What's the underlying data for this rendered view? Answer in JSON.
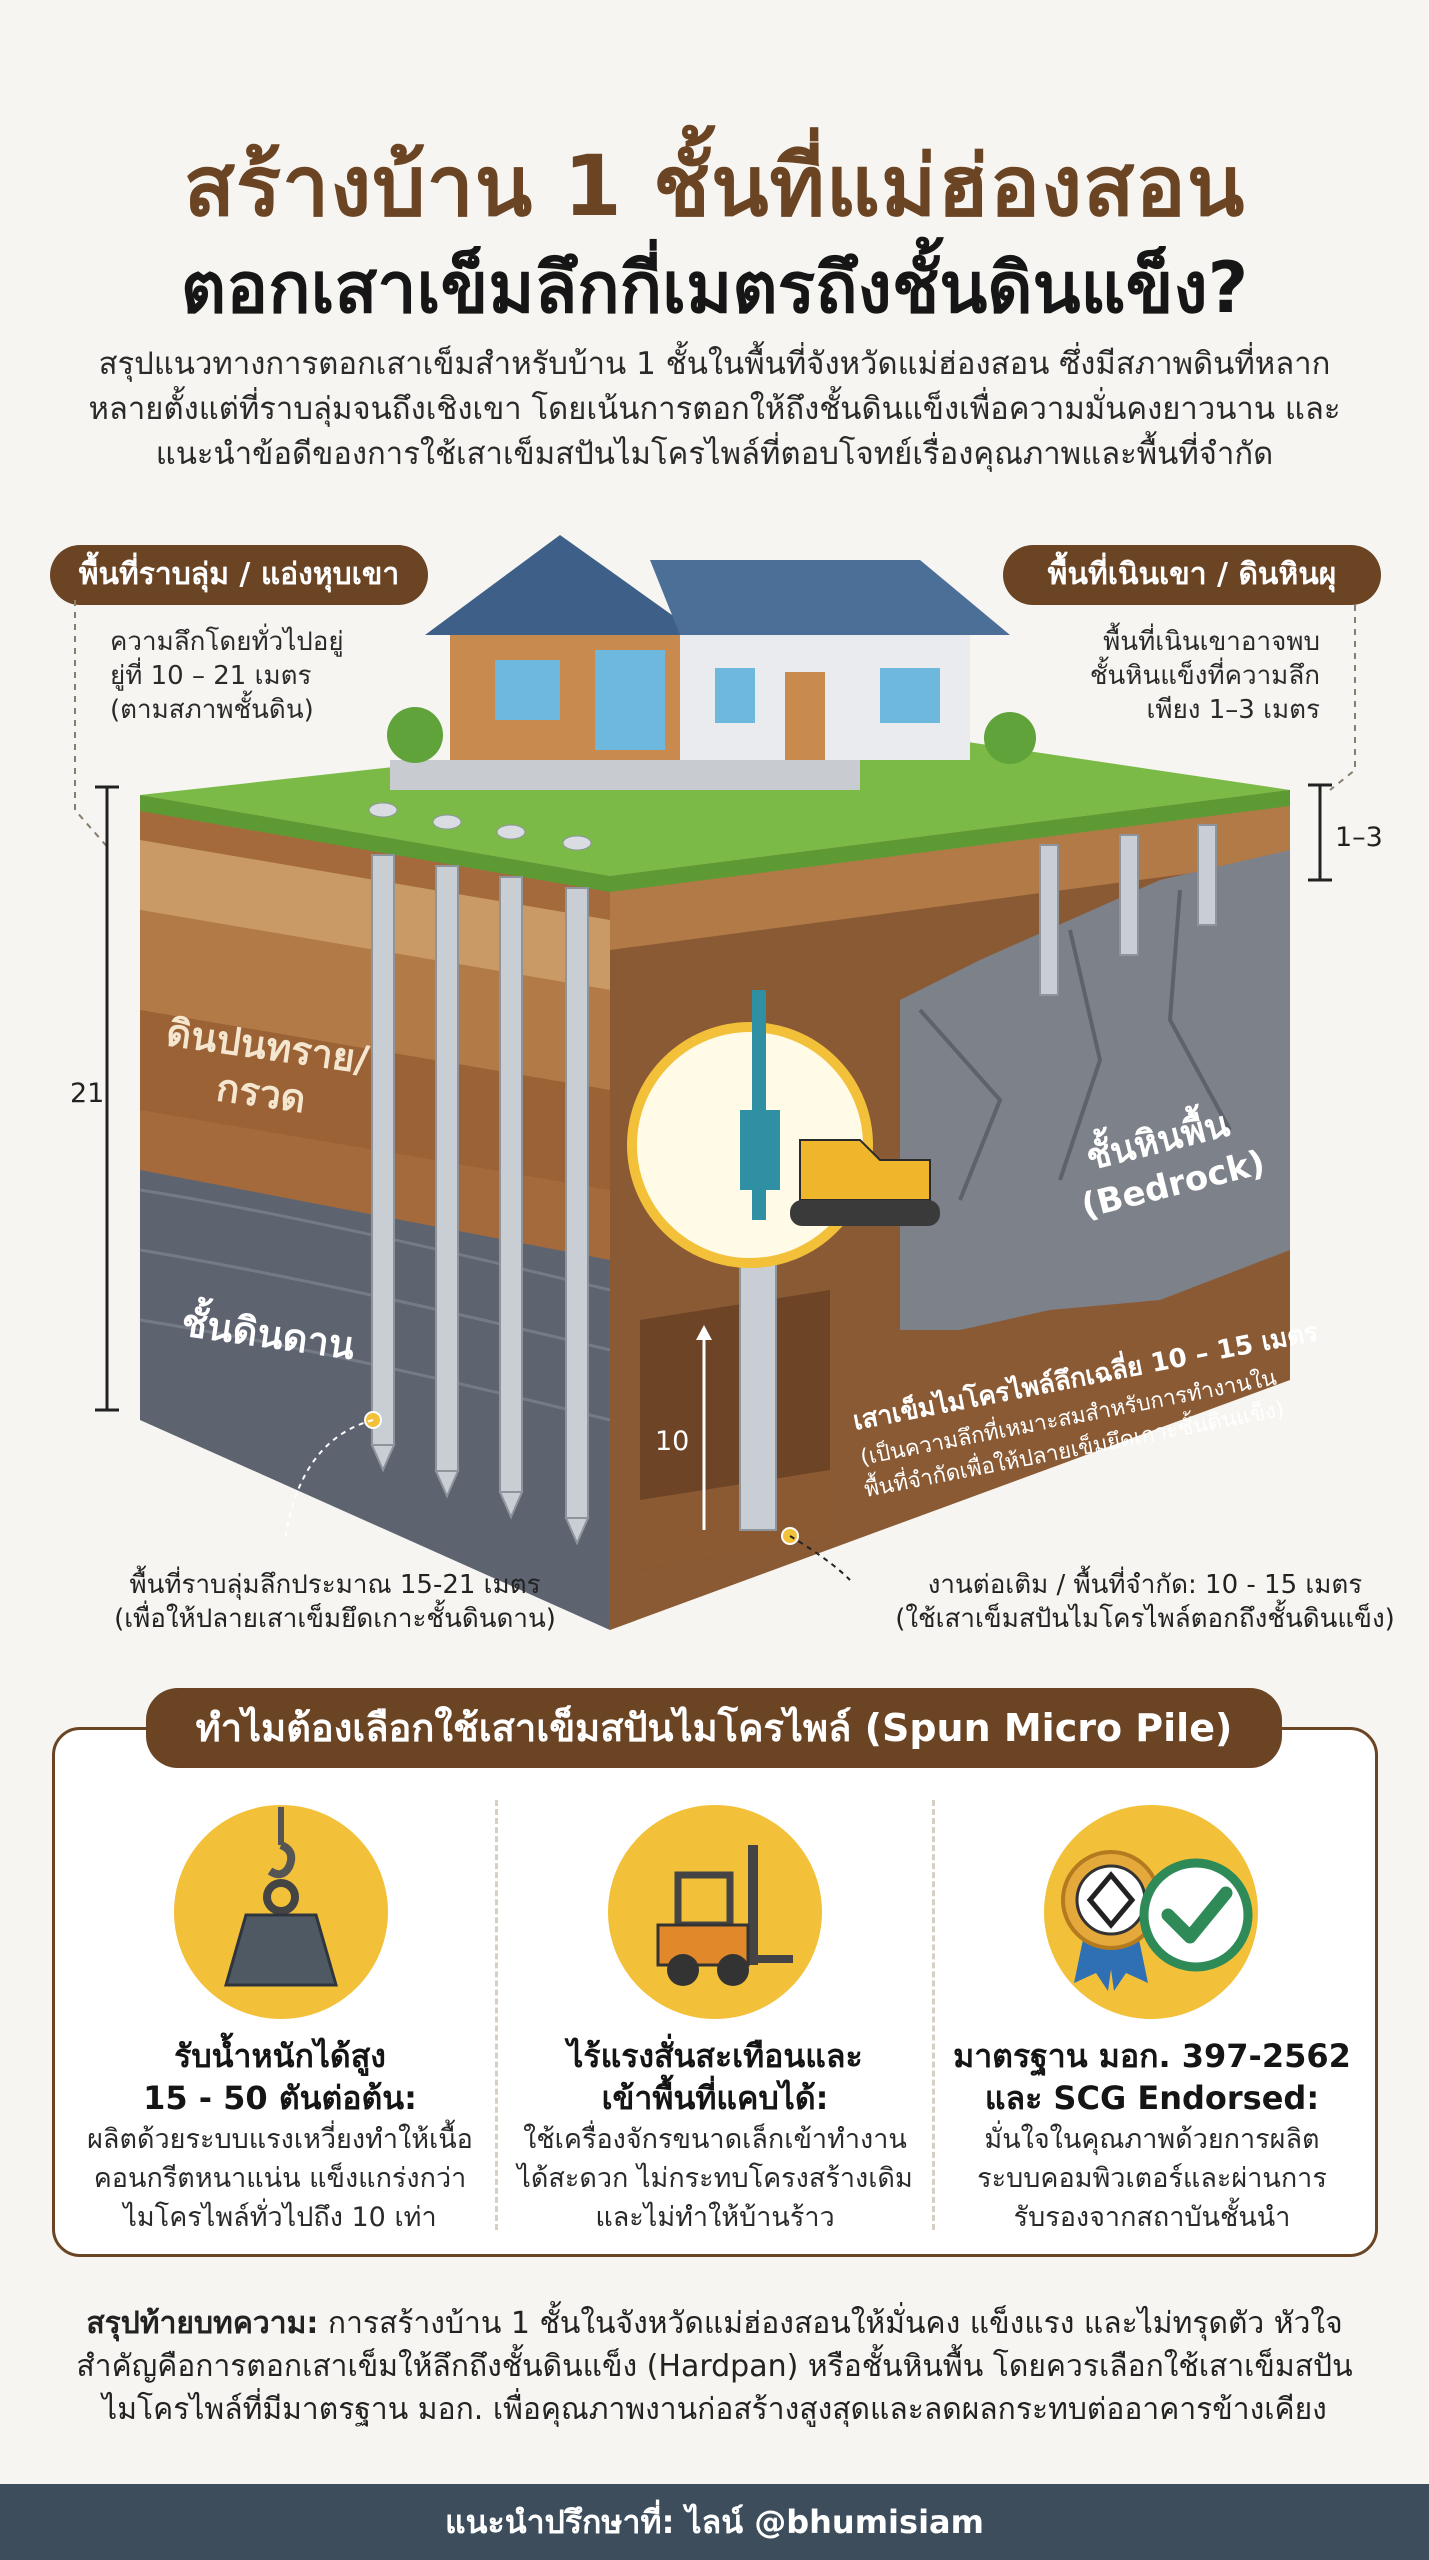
{
  "header": {
    "title_line1": "สร้างบ้าน 1 ชั้นที่แม่ฮ่องสอน",
    "title_line2": "ตอกเสาเข็มลึกกี่เมตรถึงชั้นดินแข็ง?",
    "intro": "สรุปแนวทางการตอกเสาเข็มสำหรับบ้าน 1 ชั้นในพื้นที่จังหวัดแม่ฮ่องสอน ซึ่งมีสภาพดินที่หลากหลายตั้งแต่ที่ราบลุ่มจนถึงเชิงเขา โดยเน้นการตอกให้ถึงชั้นดินแข็งเพื่อความมั่นคงยาวนาน และแนะนำข้อดีของการใช้เสาเข็มสปันไมโครไพล์ที่ตอบโจทย์เรื่องคุณภาพและพื้นที่จำกัด"
  },
  "diagram": {
    "left_zone": {
      "label": "พื้นที่ราบลุ่ม / แอ่งหุบเขา",
      "note_lines": [
        "ความลึกโดยทั่วไปอยู่",
        "ยู่ที่ 10 – 21 เมตร",
        "(ตามสภาพชั้นดิน)"
      ],
      "depth_value": "21"
    },
    "right_zone": {
      "label": "พื้นที่เนินเขา / ดินหินผุ",
      "note_lines": [
        "พื้นที่เนินเขาอาจพบ",
        "ชั้นหินแข็งที่ความลึก",
        "เพียง 1–3 เมตร"
      ],
      "depth_value": "1–3"
    },
    "layers": {
      "sand_gravel_line1": "ดินปนทราย/",
      "sand_gravel_line2": "กรวด",
      "hardpan": "ชั้นดินดาน",
      "bedrock_line1": "ชั้นหินพื้น",
      "bedrock_line2": "(Bedrock)"
    },
    "micro_pile": {
      "depth_value": "10",
      "label_line1": "เสาเข็มไมโครไพล์ลึกเฉลี่ย 10 – 15 เมตร",
      "label_line2": "(เป็นความลึกที่เหมาะสมสำหรับการทำงานใน",
      "label_line3": "พื้นที่จำกัดเพื่อให้ปลายเข็มยึดเกาะชั้นดินแข็ง)"
    },
    "caption_left_line1": "พื้นที่ราบลุ่มลึกประมาณ 15-21 เมตร",
    "caption_left_line2": "(เพื่อให้ปลายเสาเข็มยึดเกาะชั้นดินดาน)",
    "caption_right_line1": "งานต่อเติม / พื้นที่จำกัด: 10 - 15 เมตร",
    "caption_right_line2": "(ใช้เสาเข็มสปันไมโครไพล์ตอกถึงชั้นดินแข็ง)"
  },
  "why_section": {
    "title": "ทำไมต้องเลือกใช้เสาเข็มสปันไมโครไพล์ (Spun Micro Pile)",
    "features": [
      {
        "icon": "weight-icon",
        "head_line1": "รับน้ำหนักได้สูง",
        "head_line2": "15 - 50 ตันต่อต้น:",
        "body_lines": [
          "ผลิตด้วยระบบแรงเหวี่ยงทำให้เนื้อ",
          "คอนกรีตหนาแน่น แข็งแกร่งกว่า",
          "ไมโครไพล์ทั่วไปถึง 10 เท่า"
        ]
      },
      {
        "icon": "forklift-icon",
        "head_line1": "ไร้แรงสั่นสะเทือนและ",
        "head_line2": "เข้าพื้นที่แคบได้:",
        "body_lines": [
          "ใช้เครื่องจักรขนาดเล็กเข้าทำงาน",
          "ได้สะดวก ไม่กระทบโครงสร้างเดิม",
          "และไม่ทำให้บ้านร้าว"
        ]
      },
      {
        "icon": "certified-badge-icon",
        "head_line1": "มาตรฐาน มอก. 397-2562",
        "head_line2": "และ SCG Endorsed:",
        "body_lines": [
          "มั่นใจในคุณภาพด้วยการผลิต",
          "ระบบคอมพิวเตอร์และผ่านการ",
          "รับรองจากสถาบันชั้นนำ"
        ]
      }
    ]
  },
  "summary": {
    "lead": "สรุปท้ายบทความ:",
    "text": " การสร้างบ้าน 1 ชั้นในจังหวัดแม่ฮ่องสอนให้มั่นคง แข็งแรง และไม่ทรุดตัว หัวใจสำคัญคือการตอกเสาเข็มให้ลึกถึงชั้นดินแข็ง (Hardpan) หรือชั้นหินพื้น โดยควรเลือกใช้เสาเข็มสปันไมโครไพล์ที่มีมาตรฐาน มอก. เพื่อคุณภาพงานก่อสร้างสูงสุดและลดผลกระทบต่ออาคารข้างเคียง"
  },
  "footer": {
    "text": "แนะนำปรึกษาที่: ไลน์ @bhumisiam"
  },
  "colors": {
    "brand_brown": "#6b4424",
    "accent_yellow": "#f3c03a",
    "footer_bg": "#3d4d5c"
  }
}
